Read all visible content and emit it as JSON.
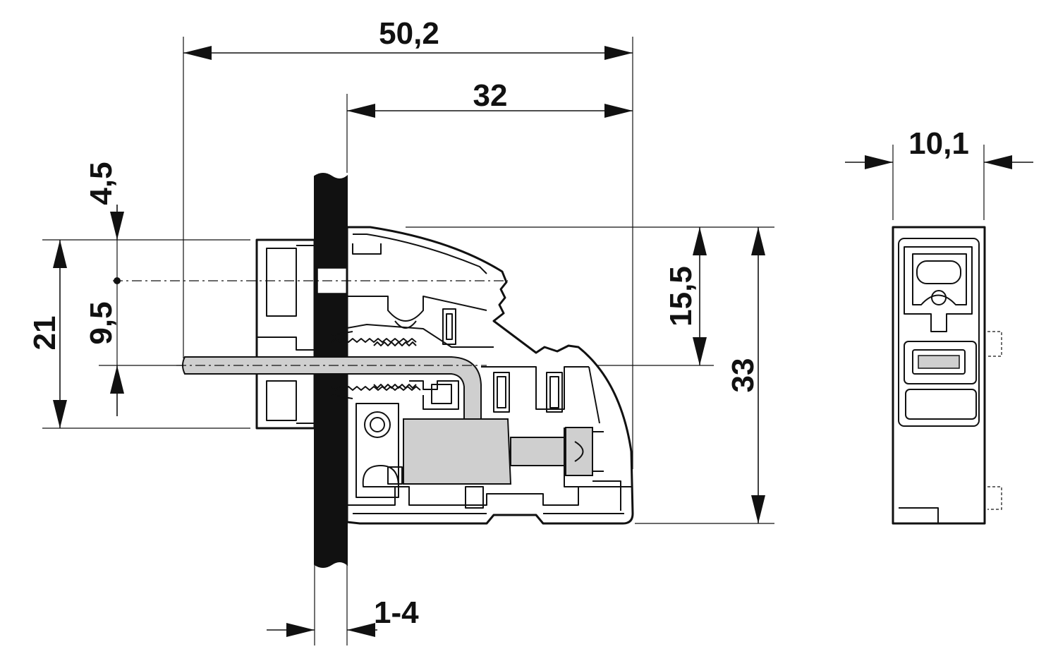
{
  "dimensions": {
    "overall_length": "50,2",
    "housing_length": "32",
    "module_width": "10,1",
    "screw_offset": "4,5",
    "pin_spacing": "9,5",
    "panel_height": "21",
    "upper_height": "15,5",
    "total_height": "33",
    "panel_thickness": "1-4"
  },
  "colors": {
    "line": "#111111",
    "fill": "#cfcfcf",
    "background": "#ffffff"
  }
}
